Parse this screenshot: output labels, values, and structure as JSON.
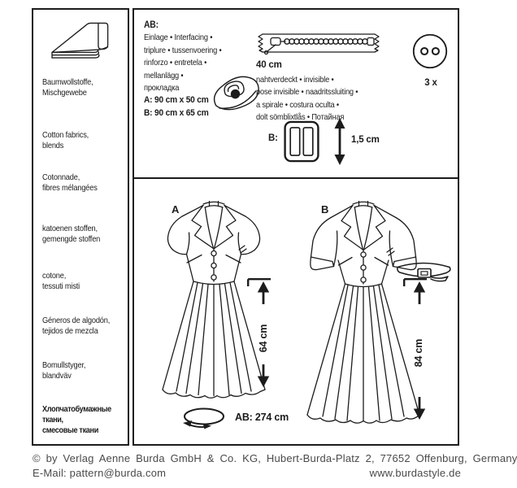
{
  "colors": {
    "ink": "#1c1c1c",
    "footer_text": "#4a4a4a",
    "background": "#ffffff"
  },
  "fabric_panel": {
    "icon": "fabric-bolt-icon",
    "entries": [
      "Baumwollstoffe,\nMischgewebe",
      "Cotton fabrics,\nblends",
      "Cotonnade,\nfibres mélangées",
      "katoenen stoffen,\ngemengde stoffen",
      "cotone,\ntessuti misti",
      "Géneros de algodón,\ntejidos de mezcla",
      "Bomullstyger,\nblandväv",
      "Хлопчатобумажные\nткани,\nсмесовые ткани"
    ]
  },
  "notions": {
    "interfacing": {
      "heading": "AB:",
      "lines": [
        "Einlage • Interfacing •",
        "triplure • tussenvoering •",
        "rinforzo • entretela •",
        "mellanlägg •",
        "прокладка"
      ],
      "size_a": "A: 90 cm x 50 cm",
      "size_b": "B: 90 cm x 65 cm",
      "icon": "iron-icon"
    },
    "zipper": {
      "length": "40 cm",
      "lines": [
        "nahtverdeckt • invisible •",
        "pose invisible • naadritssluiting •",
        "a spirale • costura oculta •",
        "dolt sömblixtlås • Потайная"
      ],
      "icon": "zipper-icon"
    },
    "buttons": {
      "quantity": "3 x",
      "icon": "button-icon"
    },
    "buckle": {
      "label": "B:",
      "size": "1,5 cm",
      "icon": "buckle-icon"
    }
  },
  "garment_views": {
    "view_a": {
      "label": "A",
      "skirt_length": "64 cm"
    },
    "view_b": {
      "label": "B",
      "skirt_length": "84 cm"
    },
    "hem_width": "AB: 274 cm"
  },
  "footer": {
    "copyright": "© by Verlag Aenne Burda GmbH & Co. KG, Hubert-Burda-Platz 2, 77652 Offenburg, Germany",
    "email": "E-Mail: pattern@burda.com",
    "website": "www.burdastyle.de"
  }
}
